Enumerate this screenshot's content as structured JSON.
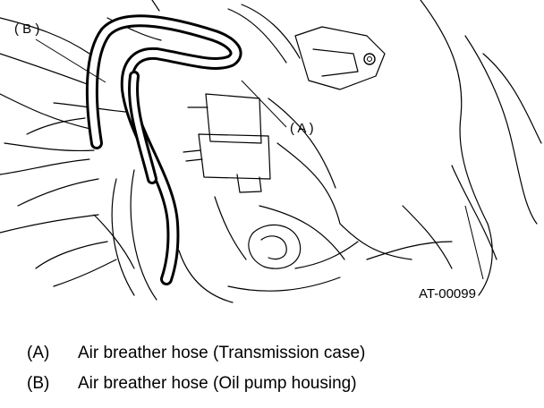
{
  "figure": {
    "code": "AT-00099",
    "callouts": {
      "a": "( A )",
      "b": "( B )"
    }
  },
  "legend": [
    {
      "key": "(A)",
      "text": "Air breather hose (Transmission case)"
    },
    {
      "key": "(B)",
      "text": "Air breather hose (Oil pump housing)"
    }
  ]
}
